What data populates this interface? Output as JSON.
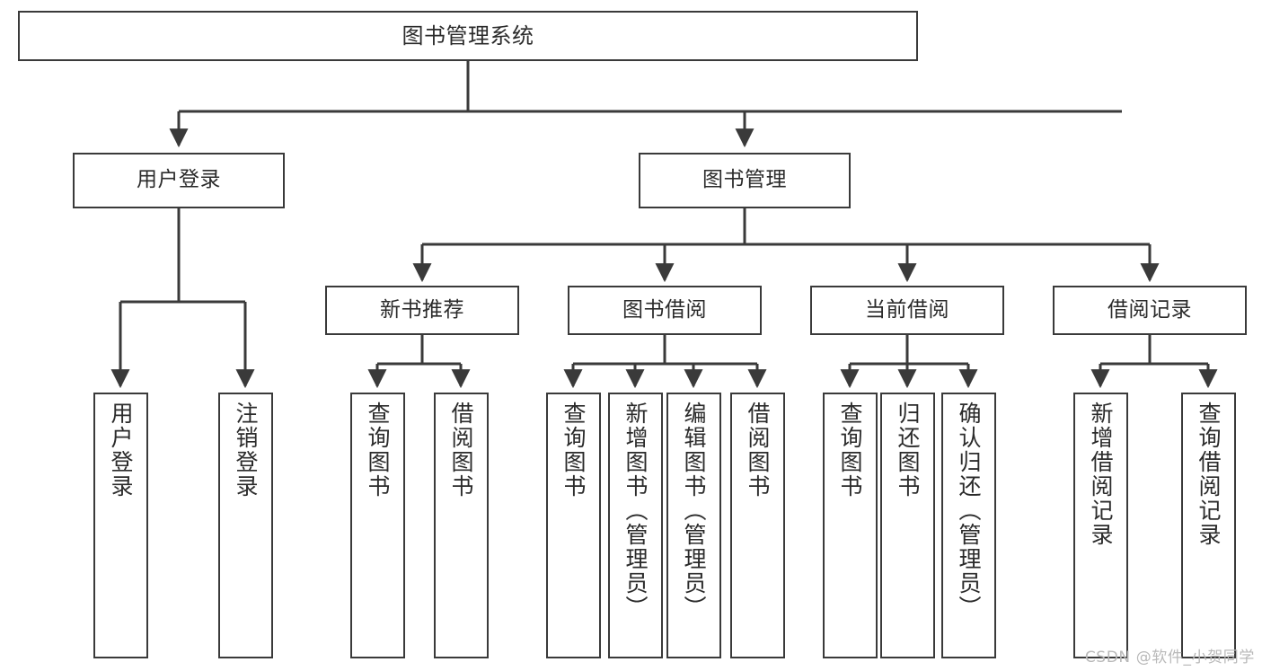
{
  "diagram": {
    "title": "图书管理系统",
    "type": "hierarchy-tree",
    "watermark": "CSDN @软件_小贺同学",
    "colors": {
      "box_border": "#3a3a3a",
      "box_fill": "#ffffff",
      "edge": "#3a3a3a",
      "text": "#2b2b2b",
      "watermark": "#b9b9b9",
      "background": "#ffffff"
    },
    "levels": {
      "level0": "系统",
      "level1": "模块",
      "level2": "子模块",
      "level3": "功能"
    },
    "nodes": {
      "root": {
        "id": "root",
        "label": "图书管理系统",
        "orientation": "horizontal"
      },
      "level1": [
        {
          "id": "user-login",
          "label": "用户登录",
          "orientation": "horizontal"
        },
        {
          "id": "book-manage",
          "label": "图书管理",
          "orientation": "horizontal"
        }
      ],
      "level2": [
        {
          "id": "new-book-rec",
          "label": "新书推荐",
          "orientation": "horizontal",
          "parent": "book-manage"
        },
        {
          "id": "book-borrow",
          "label": "图书借阅",
          "orientation": "horizontal",
          "parent": "book-manage"
        },
        {
          "id": "current-borrow",
          "label": "当前借阅",
          "orientation": "horizontal",
          "parent": "book-manage"
        },
        {
          "id": "borrow-record",
          "label": "借阅记录",
          "orientation": "horizontal",
          "parent": "book-manage"
        }
      ],
      "leaves": [
        {
          "id": "leaf-user-login",
          "label": "用户登录",
          "orientation": "vertical",
          "parent": "user-login"
        },
        {
          "id": "leaf-logout",
          "label": "注销登录",
          "orientation": "vertical",
          "parent": "user-login"
        },
        {
          "id": "leaf-query-book-1",
          "label": "查询图书",
          "orientation": "vertical",
          "parent": "new-book-rec"
        },
        {
          "id": "leaf-borrow-book-1",
          "label": "借阅图书",
          "orientation": "vertical",
          "parent": "new-book-rec"
        },
        {
          "id": "leaf-query-book-2",
          "label": "查询图书",
          "orientation": "vertical",
          "parent": "book-borrow"
        },
        {
          "id": "leaf-add-book",
          "label": "新增图书（管理员）",
          "orientation": "vertical",
          "parent": "book-borrow"
        },
        {
          "id": "leaf-edit-book",
          "label": "编辑图书（管理员）",
          "orientation": "vertical",
          "parent": "book-borrow"
        },
        {
          "id": "leaf-borrow-book-2",
          "label": "借阅图书",
          "orientation": "vertical",
          "parent": "book-borrow"
        },
        {
          "id": "leaf-query-book-3",
          "label": "查询图书",
          "orientation": "vertical",
          "parent": "current-borrow"
        },
        {
          "id": "leaf-return-book",
          "label": "归还图书",
          "orientation": "vertical",
          "parent": "current-borrow"
        },
        {
          "id": "leaf-confirm-return",
          "label": "确认归还（管理员）",
          "orientation": "vertical",
          "parent": "current-borrow"
        },
        {
          "id": "leaf-add-record",
          "label": "新增借阅记录",
          "orientation": "vertical",
          "parent": "borrow-record"
        },
        {
          "id": "leaf-query-record",
          "label": "查询借阅记录",
          "orientation": "vertical",
          "parent": "borrow-record"
        }
      ]
    }
  }
}
